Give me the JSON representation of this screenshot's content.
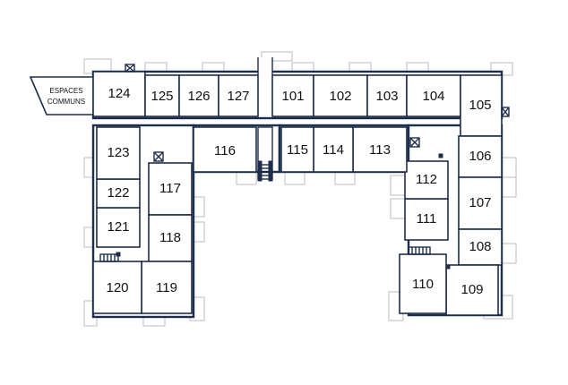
{
  "floorplan": {
    "common_area": {
      "line1": "ESPACES",
      "line2": "COMMUNS"
    },
    "units": [
      {
        "id": "124",
        "label": "124"
      },
      {
        "id": "125",
        "label": "125"
      },
      {
        "id": "126",
        "label": "126"
      },
      {
        "id": "127",
        "label": "127"
      },
      {
        "id": "101",
        "label": "101"
      },
      {
        "id": "102",
        "label": "102"
      },
      {
        "id": "103",
        "label": "103"
      },
      {
        "id": "104",
        "label": "104"
      },
      {
        "id": "105",
        "label": "105"
      },
      {
        "id": "106",
        "label": "106"
      },
      {
        "id": "107",
        "label": "107"
      },
      {
        "id": "108",
        "label": "108"
      },
      {
        "id": "109",
        "label": "109"
      },
      {
        "id": "110",
        "label": "110"
      },
      {
        "id": "111",
        "label": "111"
      },
      {
        "id": "112",
        "label": "112"
      },
      {
        "id": "113",
        "label": "113"
      },
      {
        "id": "114",
        "label": "114"
      },
      {
        "id": "115",
        "label": "115"
      },
      {
        "id": "116",
        "label": "116"
      },
      {
        "id": "117",
        "label": "117"
      },
      {
        "id": "118",
        "label": "118"
      },
      {
        "id": "119",
        "label": "119"
      },
      {
        "id": "120",
        "label": "120"
      },
      {
        "id": "121",
        "label": "121"
      },
      {
        "id": "122",
        "label": "122"
      },
      {
        "id": "123",
        "label": "123"
      }
    ]
  }
}
